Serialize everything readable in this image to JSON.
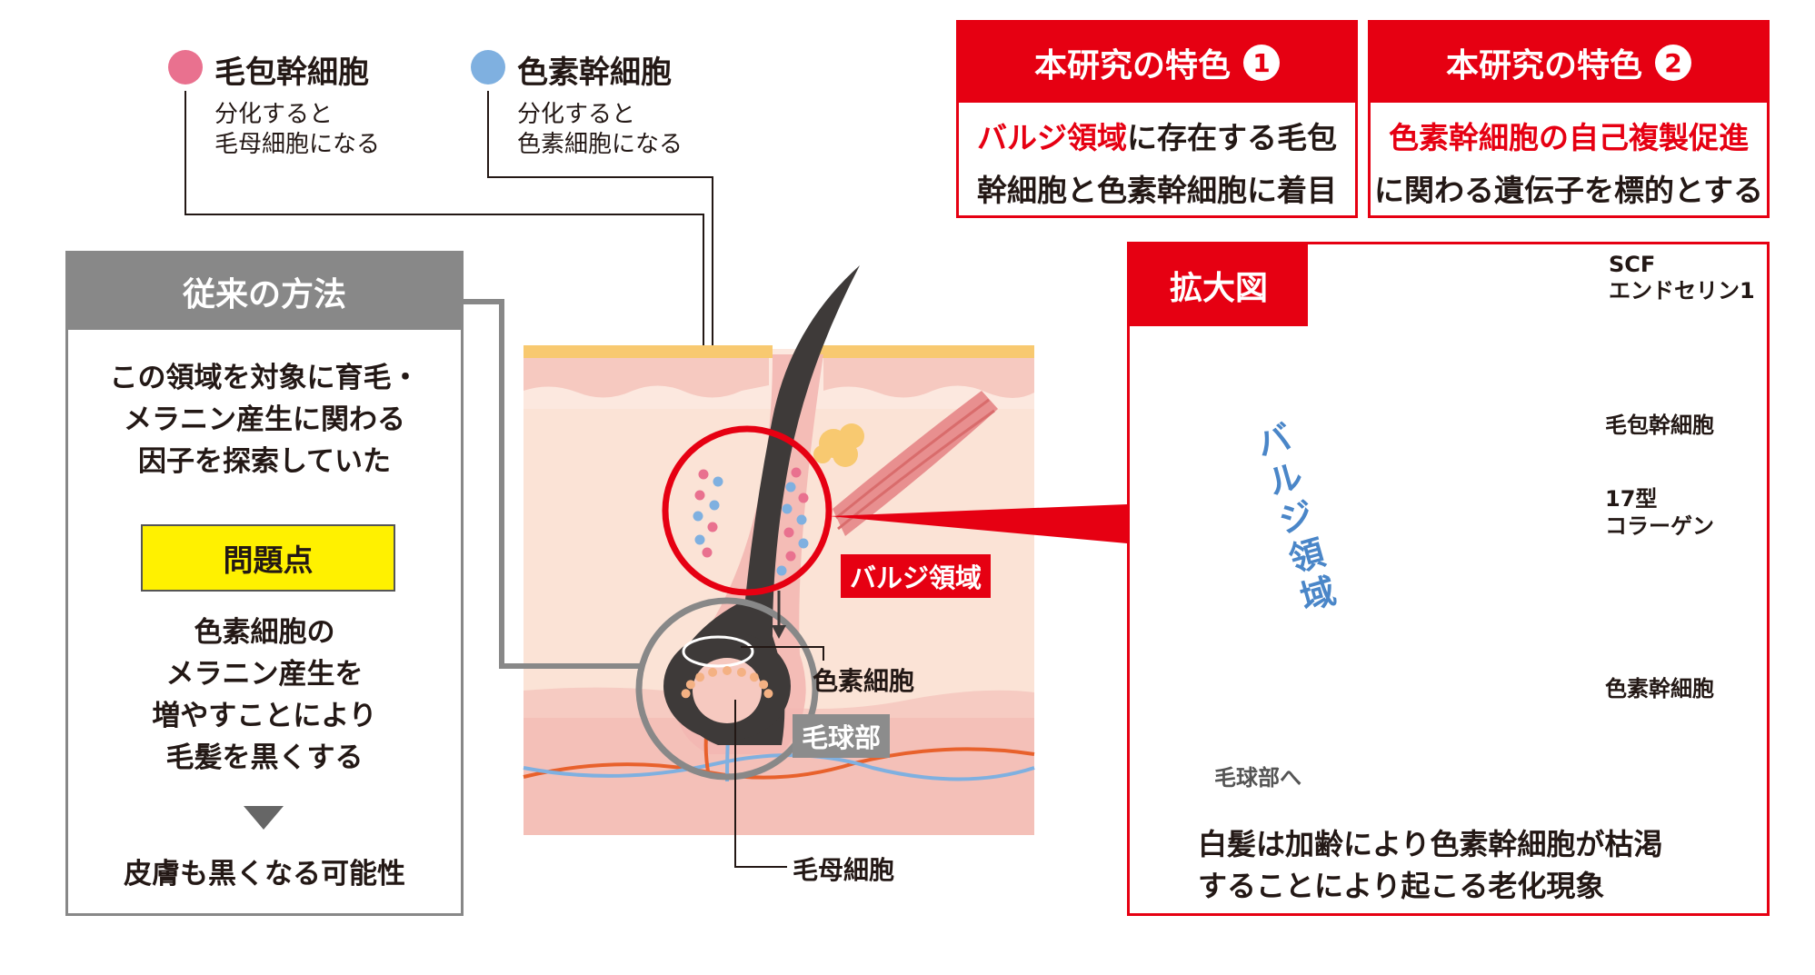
{
  "legend": {
    "follicle_stem": {
      "title": "毛包幹細胞",
      "desc1": "分化すると",
      "desc2": "毛母細胞になる"
    },
    "pigment_stem": {
      "title": "色素幹細胞",
      "desc1": "分化すると",
      "desc2": "色素細胞になる"
    }
  },
  "feature1": {
    "heading": "本研究の特色",
    "badge": "1",
    "line1_red": "バルジ領域",
    "line1_rest": "に存在する毛包",
    "line2": "幹細胞と色素幹細胞に着目"
  },
  "feature2": {
    "heading": "本研究の特色",
    "badge": "2",
    "line1_red": "色素幹細胞の自己複製促進",
    "line2": "に関わる遺伝子を標的とする"
  },
  "conventional": {
    "heading": "従来の方法",
    "desc_lines": [
      "この領域を対象に育毛・",
      "メラニン産生に関わる",
      "因子を探索していた"
    ],
    "problem_label": "問題点",
    "problem_lines": [
      "色素細胞の",
      "メラニン産生を",
      "増やすことにより",
      "毛髪を黒くする"
    ],
    "conclusion": "皮膚も黒くなる可能性"
  },
  "cross_section": {
    "bulge_label": "バルジ領域",
    "pigment_cell_label": "色素細胞",
    "bulb_label": "毛球部",
    "matrix_cell_label": "毛母細胞"
  },
  "zoom": {
    "heading": "拡大図",
    "arrow_legend": [
      "SCF",
      "エンドセリン1"
    ],
    "bulge_vertical": "バルジ領域",
    "follicle_stem_label": "毛包幹細胞",
    "collagen_line1": "17型",
    "collagen_line2": "コラーゲン",
    "pigment_stem_label": "色素幹細胞",
    "to_bulb": "毛球部へ",
    "caption_line1": "白髪は加齢により色素幹細胞が枯渇",
    "caption_line2": "することにより起こる老化現象"
  },
  "colors": {
    "accent_red": "#e60012",
    "gray": "#888888",
    "highlight_yellow": "#fff100",
    "follicle_pink": "#e9718f",
    "pigment_blue": "#7fb0e0",
    "arrow_blue": "#4a86c8",
    "arrow_pink": "#e5788f"
  }
}
